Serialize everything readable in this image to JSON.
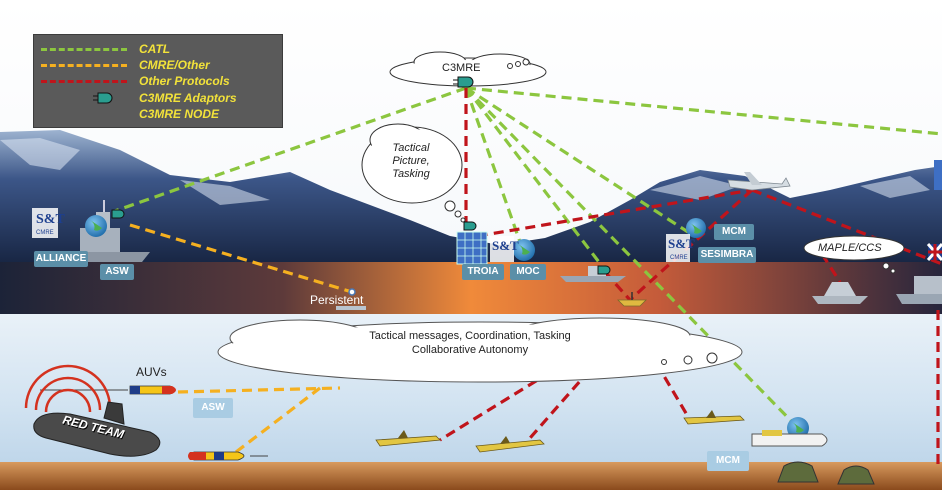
{
  "legend": {
    "items": [
      {
        "label": "CATL",
        "color": "#8cc63f"
      },
      {
        "label": "CMRE/Other",
        "color": "#f5b020"
      },
      {
        "label": "Other Protocols",
        "color": "#c0141b"
      },
      {
        "label": "C3MRE Adaptors"
      },
      {
        "label": "C3MRE NODE"
      }
    ]
  },
  "nodes": {
    "c3mre": "C3MRE",
    "tactical_picture": [
      "Tactical",
      "Picture,",
      "Tasking"
    ],
    "alliance": "ALLIANCE",
    "asw_ship": "ASW",
    "troia": "TROIA",
    "moc": "MOC",
    "mcm_top": "MCM",
    "sesimbra": "SESIMBRA",
    "maple": "MAPLE/CCS",
    "persistent": "Persistent",
    "auvs": "AUVs",
    "asw_underwater": "ASW",
    "mcm_bottom": "MCM",
    "red_team": "RED TEAM",
    "sto_logo": "S&T",
    "sto_sub": "CMRE"
  },
  "underwater_cloud": {
    "line1": "Tactical messages, Coordination, Tasking",
    "line2": "Collaborative Autonomy"
  },
  "colors": {
    "catl": "#8cc63f",
    "cmre": "#f5b020",
    "other": "#c0141b",
    "sea": "#dce9f4",
    "seabed": "#b4672f",
    "label_yellow": "#f2e23a",
    "tag_blue": "#5b8fa8"
  }
}
